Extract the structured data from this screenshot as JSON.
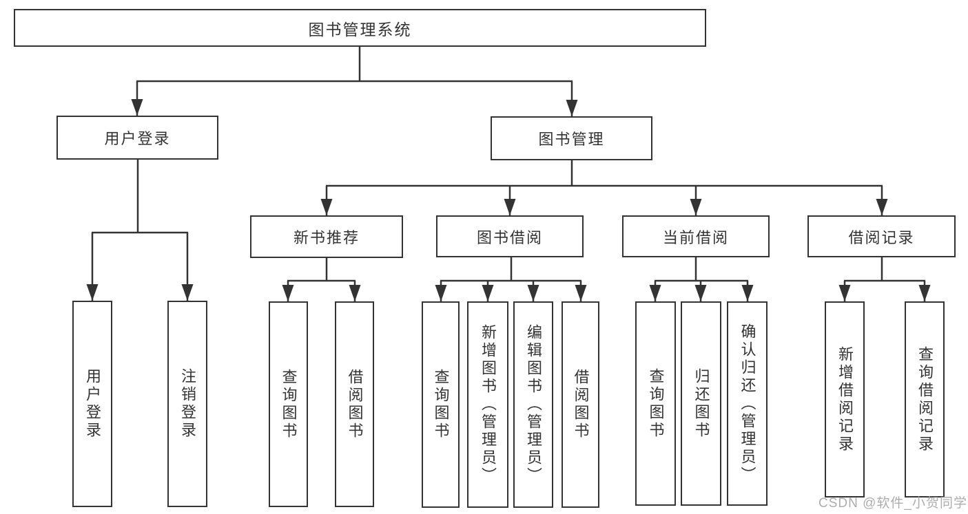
{
  "diagram": {
    "root": {
      "label": "图书管理系统"
    },
    "level1": [
      {
        "label": "用户登录"
      },
      {
        "label": "图书管理"
      }
    ],
    "user_login_children": [
      {
        "label": "用户登录"
      },
      {
        "label": "注销登录"
      }
    ],
    "book_mgmt_children": [
      {
        "label": "新书推荐"
      },
      {
        "label": "图书借阅"
      },
      {
        "label": "当前借阅"
      },
      {
        "label": "借阅记录"
      }
    ],
    "new_book_children": [
      {
        "label": "查询图书"
      },
      {
        "label": "借阅图书"
      }
    ],
    "book_borrow_children": [
      {
        "label": "查询图书"
      },
      {
        "label": "新增图书（管理员）"
      },
      {
        "label": "编辑图书（管理员）"
      },
      {
        "label": "借阅图书"
      }
    ],
    "current_borrow_children": [
      {
        "label": "查询图书"
      },
      {
        "label": "归还图书"
      },
      {
        "label": "确认归还（管理员）"
      }
    ],
    "borrow_record_children": [
      {
        "label": "新增借阅记录"
      },
      {
        "label": "查询借阅记录"
      }
    ],
    "watermark": "CSDN @软件_小贺同学",
    "colors": {
      "line": "#333333",
      "text": "#333333",
      "watermark": "#a5a5a5",
      "background": "#ffffff"
    }
  }
}
